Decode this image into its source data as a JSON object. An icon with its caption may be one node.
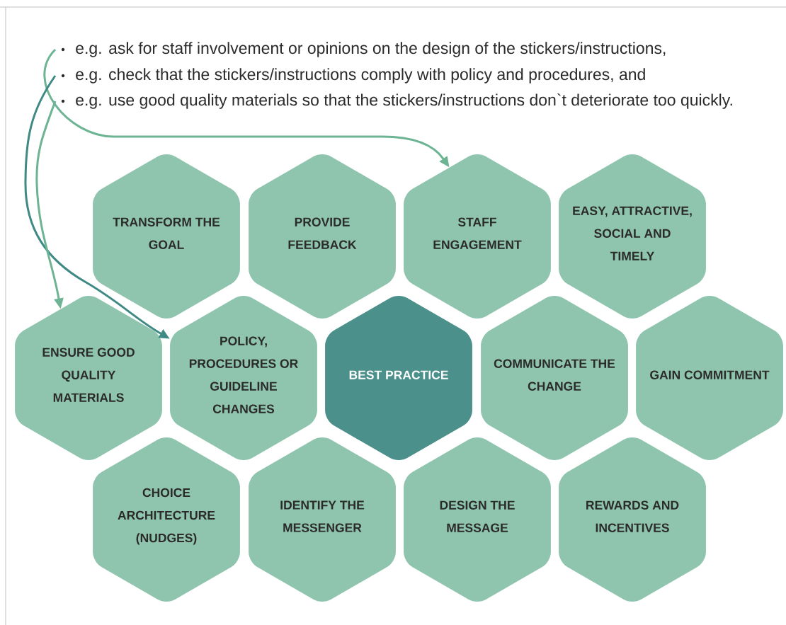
{
  "diagram": {
    "nodes": [
      {
        "text": [
          "e.g. ask for staff involvement or opinions on the design of the stickers/instructions,"
        ]
      },
      {
        "text": [
          "e.g. check that the stickers/instructions comply with policy and procedures, and"
        ]
      },
      {
        "text": [
          "e.g. use good quality materials so that the stickers/instructions don`t deteriorate too quickly."
        ]
      },
      {
        "text": [
          "TRANSFORM THE GOAL"
        ]
      },
      {
        "text": [
          "PROVIDE FEEDBACK"
        ]
      },
      {
        "text": [
          "STAFF ENGAGEMENT"
        ]
      },
      {
        "text": [
          "EASY, ATTRACTIVE, SOCIAL AND TIMELY"
        ]
      },
      {
        "text": [
          "ENSURE GOOD QUALITY MATERIALS"
        ]
      },
      {
        "text": [
          "POLICY, PROCEDURES OR GUIDELINE CHANGES"
        ]
      },
      {
        "text": [
          "BEST PRACTICE"
        ]
      },
      {
        "text": [
          "COMMUNICATE THE CHANGE"
        ]
      },
      {
        "text": [
          "GAIN COMMITMENT"
        ]
      },
      {
        "text": [
          "CHOICE ARCHITECTURE (NUDGES)"
        ]
      },
      {
        "text": [
          "IDENTIFY THE MESSENGER"
        ]
      },
      {
        "text": [
          "DESIGN THE MESSAGE"
        ]
      },
      {
        "text": [
          "REWARDS AND INCENTIVES"
        ]
      }
    ],
    "edges": [
      {
        "from": 0,
        "to": 5,
        "arrow": "to"
      },
      {
        "from": 1,
        "to": 8,
        "arrow": "to",
        "color": "#3f8a84"
      },
      {
        "from": 2,
        "to": 7,
        "arrow": "to"
      }
    ]
  }
}
